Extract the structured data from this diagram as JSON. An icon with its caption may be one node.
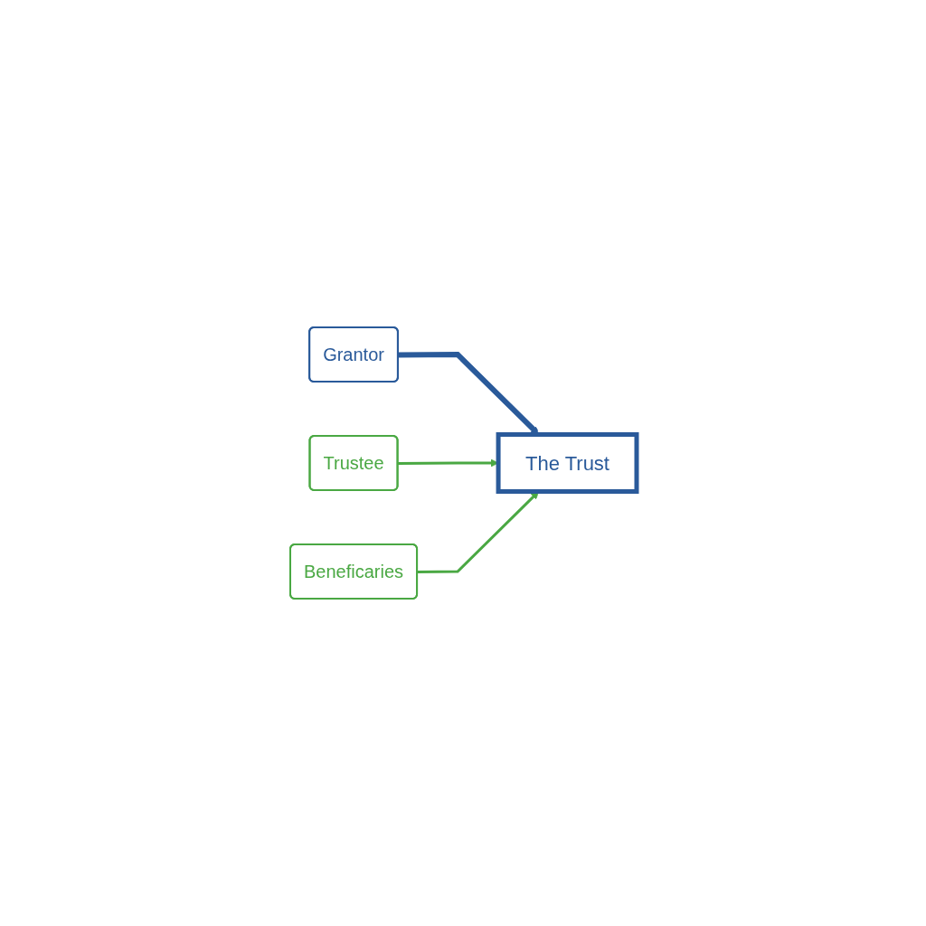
{
  "diagram": {
    "nodes": [
      {
        "text": [
          "Grantor"
        ]
      },
      {
        "text": [
          "The Trust"
        ]
      },
      {
        "text": [
          "Trustee"
        ]
      },
      {
        "text": [
          "Beneficaries"
        ]
      }
    ],
    "edges": [
      {
        "from": 0,
        "to": 1,
        "arrow": "to",
        "style": "thick",
        "color": "#2a5a9a"
      },
      {
        "from": 2,
        "to": 1,
        "arrow": "to"
      },
      {
        "from": 3,
        "to": 1,
        "arrow": "to"
      }
    ]
  }
}
